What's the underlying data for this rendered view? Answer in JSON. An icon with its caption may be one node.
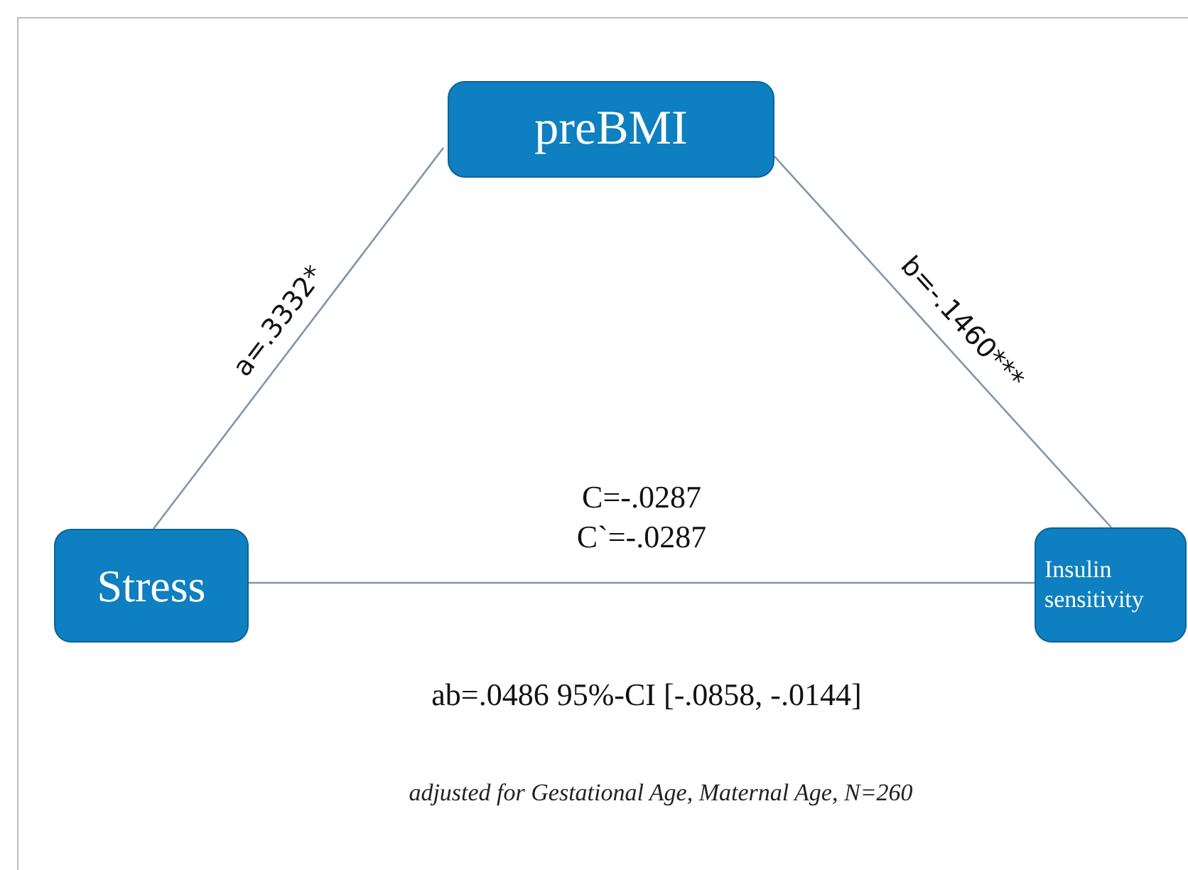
{
  "diagram": {
    "caption": "adjusted for Gestational Age, Maternal Age, N=260",
    "nodes": [
      {
        "text": [
          "preBMI"
        ]
      },
      {
        "text": [
          "Stress"
        ]
      },
      {
        "text": [
          "Insulin sensitivity"
        ]
      }
    ],
    "edges": [
      {
        "from": 1,
        "to": 0,
        "arrow": "none",
        "label": "a=.3332*"
      },
      {
        "from": 0,
        "to": 2,
        "arrow": "none",
        "label": "b=-.1460***"
      },
      {
        "from": 1,
        "to": 2,
        "arrow": "none",
        "label": "C=-.0287 C`=-.0287"
      }
    ],
    "labels": [
      "ab=.0486 95%-CI [-.0858, -.0144]"
    ]
  }
}
